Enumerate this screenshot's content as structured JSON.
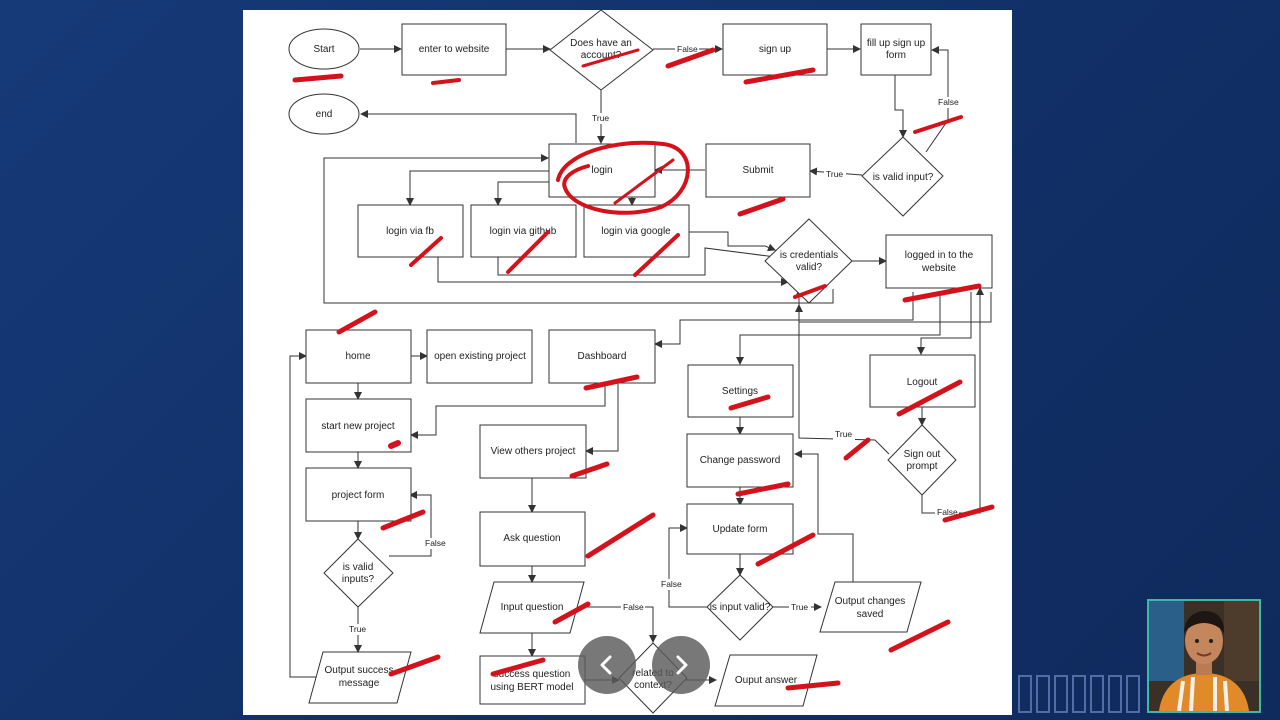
{
  "presentation": {
    "prev_button": "previous-slide",
    "next_button": "next-slide"
  },
  "flowchart": {
    "nodes": {
      "start": "Start",
      "end": "end",
      "enter_website": "enter to website",
      "has_account_l1": "Does have an",
      "has_account_l2": "account?",
      "sign_up": "sign up",
      "fill_up_l1": "fill up sign up",
      "fill_up_l2": "form",
      "valid_input": "is valid input?",
      "submit": "Submit",
      "login": "login",
      "login_fb": "login via fb",
      "login_github": "login via github",
      "login_google": "login via google",
      "cred_l1": "is credentials",
      "cred_l2": "valid?",
      "logged_l1": "logged in to the",
      "logged_l2": "website",
      "home": "home",
      "open_existing": "open existing project",
      "dashboard": "Dashboard",
      "settings": "Settings",
      "logout": "Logout",
      "start_new": "start new project",
      "view_others": "View others project",
      "change_password": "Change password",
      "signout_l1": "Sign out",
      "signout_l2": "prompt",
      "project_form": "project form",
      "ask_question": "Ask question",
      "update_form": "Update form",
      "valid_inputs_l1": "is valid",
      "valid_inputs_l2": "inputs?",
      "input_question": "Input question",
      "is_input_valid": "is input valid?",
      "output_changes_l1": "Output changes",
      "output_changes_l2": "saved",
      "output_success_l1": "Output success",
      "output_success_l2": "message",
      "success_q_l1": "success question",
      "success_q_l2": "using BERT model",
      "related_l1": "related to",
      "related_l2": "context?",
      "output_answer": "Ouput answer"
    },
    "edge_labels": {
      "false": "False",
      "true": "True"
    }
  },
  "colors": {
    "background": "#14356e",
    "annotation": "#d4121c",
    "stroke": "#333333"
  }
}
